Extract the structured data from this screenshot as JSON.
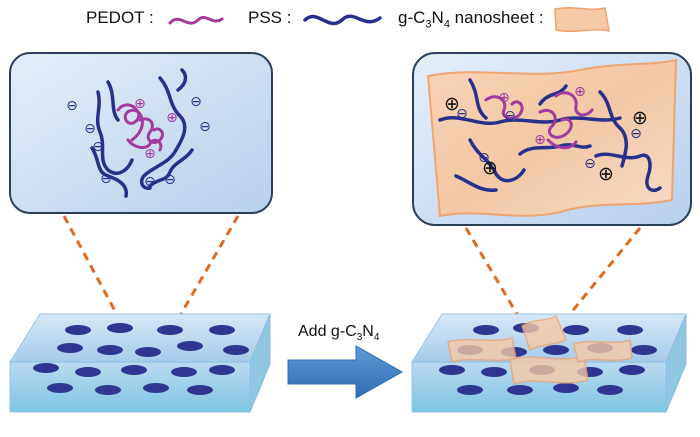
{
  "legend": {
    "pedot_label": "PEDOT",
    "pss_label": "PSS",
    "gcn_prefix": "g-C",
    "gcn_sub1": "3",
    "gcn_mid": "N",
    "gcn_sub2": "4",
    "gcn_suffix": " nanosheet",
    "separator": ":"
  },
  "arrow": {
    "prefix": "Add g-C",
    "sub1": "3",
    "mid": "N",
    "sub2": "4"
  },
  "symbols": {
    "minus": "⊖",
    "plus": "⊕"
  },
  "colors": {
    "pedot": "#a23aa0",
    "pss": "#27308a",
    "nanosheet_fill": "#f6caa6",
    "nanosheet_edge": "#f0a36e",
    "panel_fill": "#cfe0f4",
    "panel_edge": "#2c3f5a",
    "dash": "#e06a1e",
    "film_top": "#bcd9f2",
    "film_bottom": "#7ec7e6",
    "arrow": "#3f7ec4",
    "ellipse": "#2f3590"
  }
}
